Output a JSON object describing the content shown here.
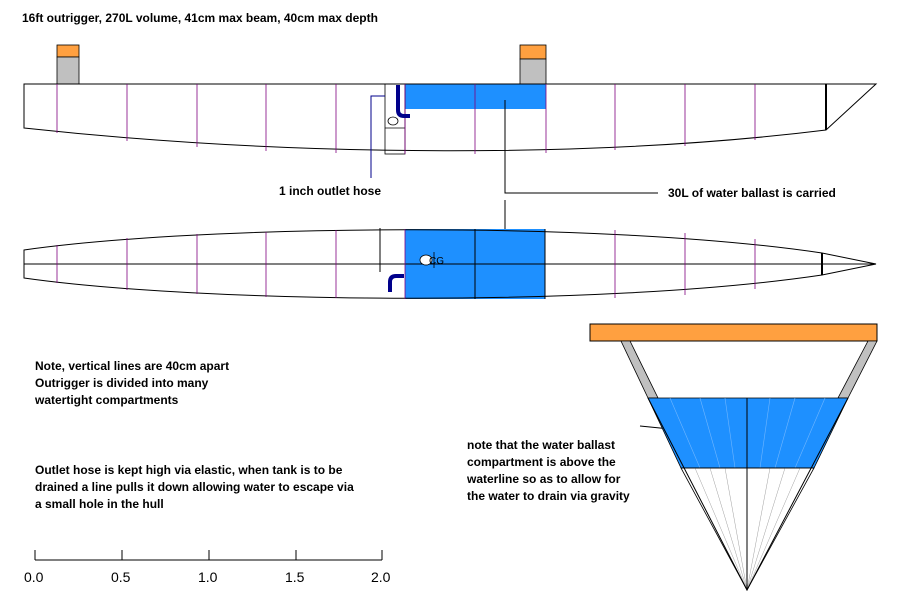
{
  "title": "16ft outrigger, 270L volume, 41cm max beam, 40cm max depth",
  "labels": {
    "outlet_hose": "1 inch outlet hose",
    "ballast": "30L of water ballast is carried",
    "cg": "CG"
  },
  "notes": {
    "lines": [
      "Note, vertical lines are 40cm apart",
      "Outrigger is divided into many",
      "watertight compartments"
    ],
    "hose": [
      "Outlet hose is kept high via elastic, when tank is to be",
      "drained a line pulls it down allowing water to escape via",
      "a small hole in the hull"
    ],
    "compartment": [
      "note that the water ballast",
      "compartment is above the",
      "waterline so as to allow for",
      "the water to drain via gravity"
    ]
  },
  "scale_bar": {
    "ticks": [
      "0.0",
      "0.5",
      "1.0",
      "1.5",
      "2.0"
    ]
  },
  "colors": {
    "water": "#1e90ff",
    "deck": "#ffa040",
    "strut": "#c0c0c0",
    "hose": "#00008b",
    "divider": "#800080"
  }
}
